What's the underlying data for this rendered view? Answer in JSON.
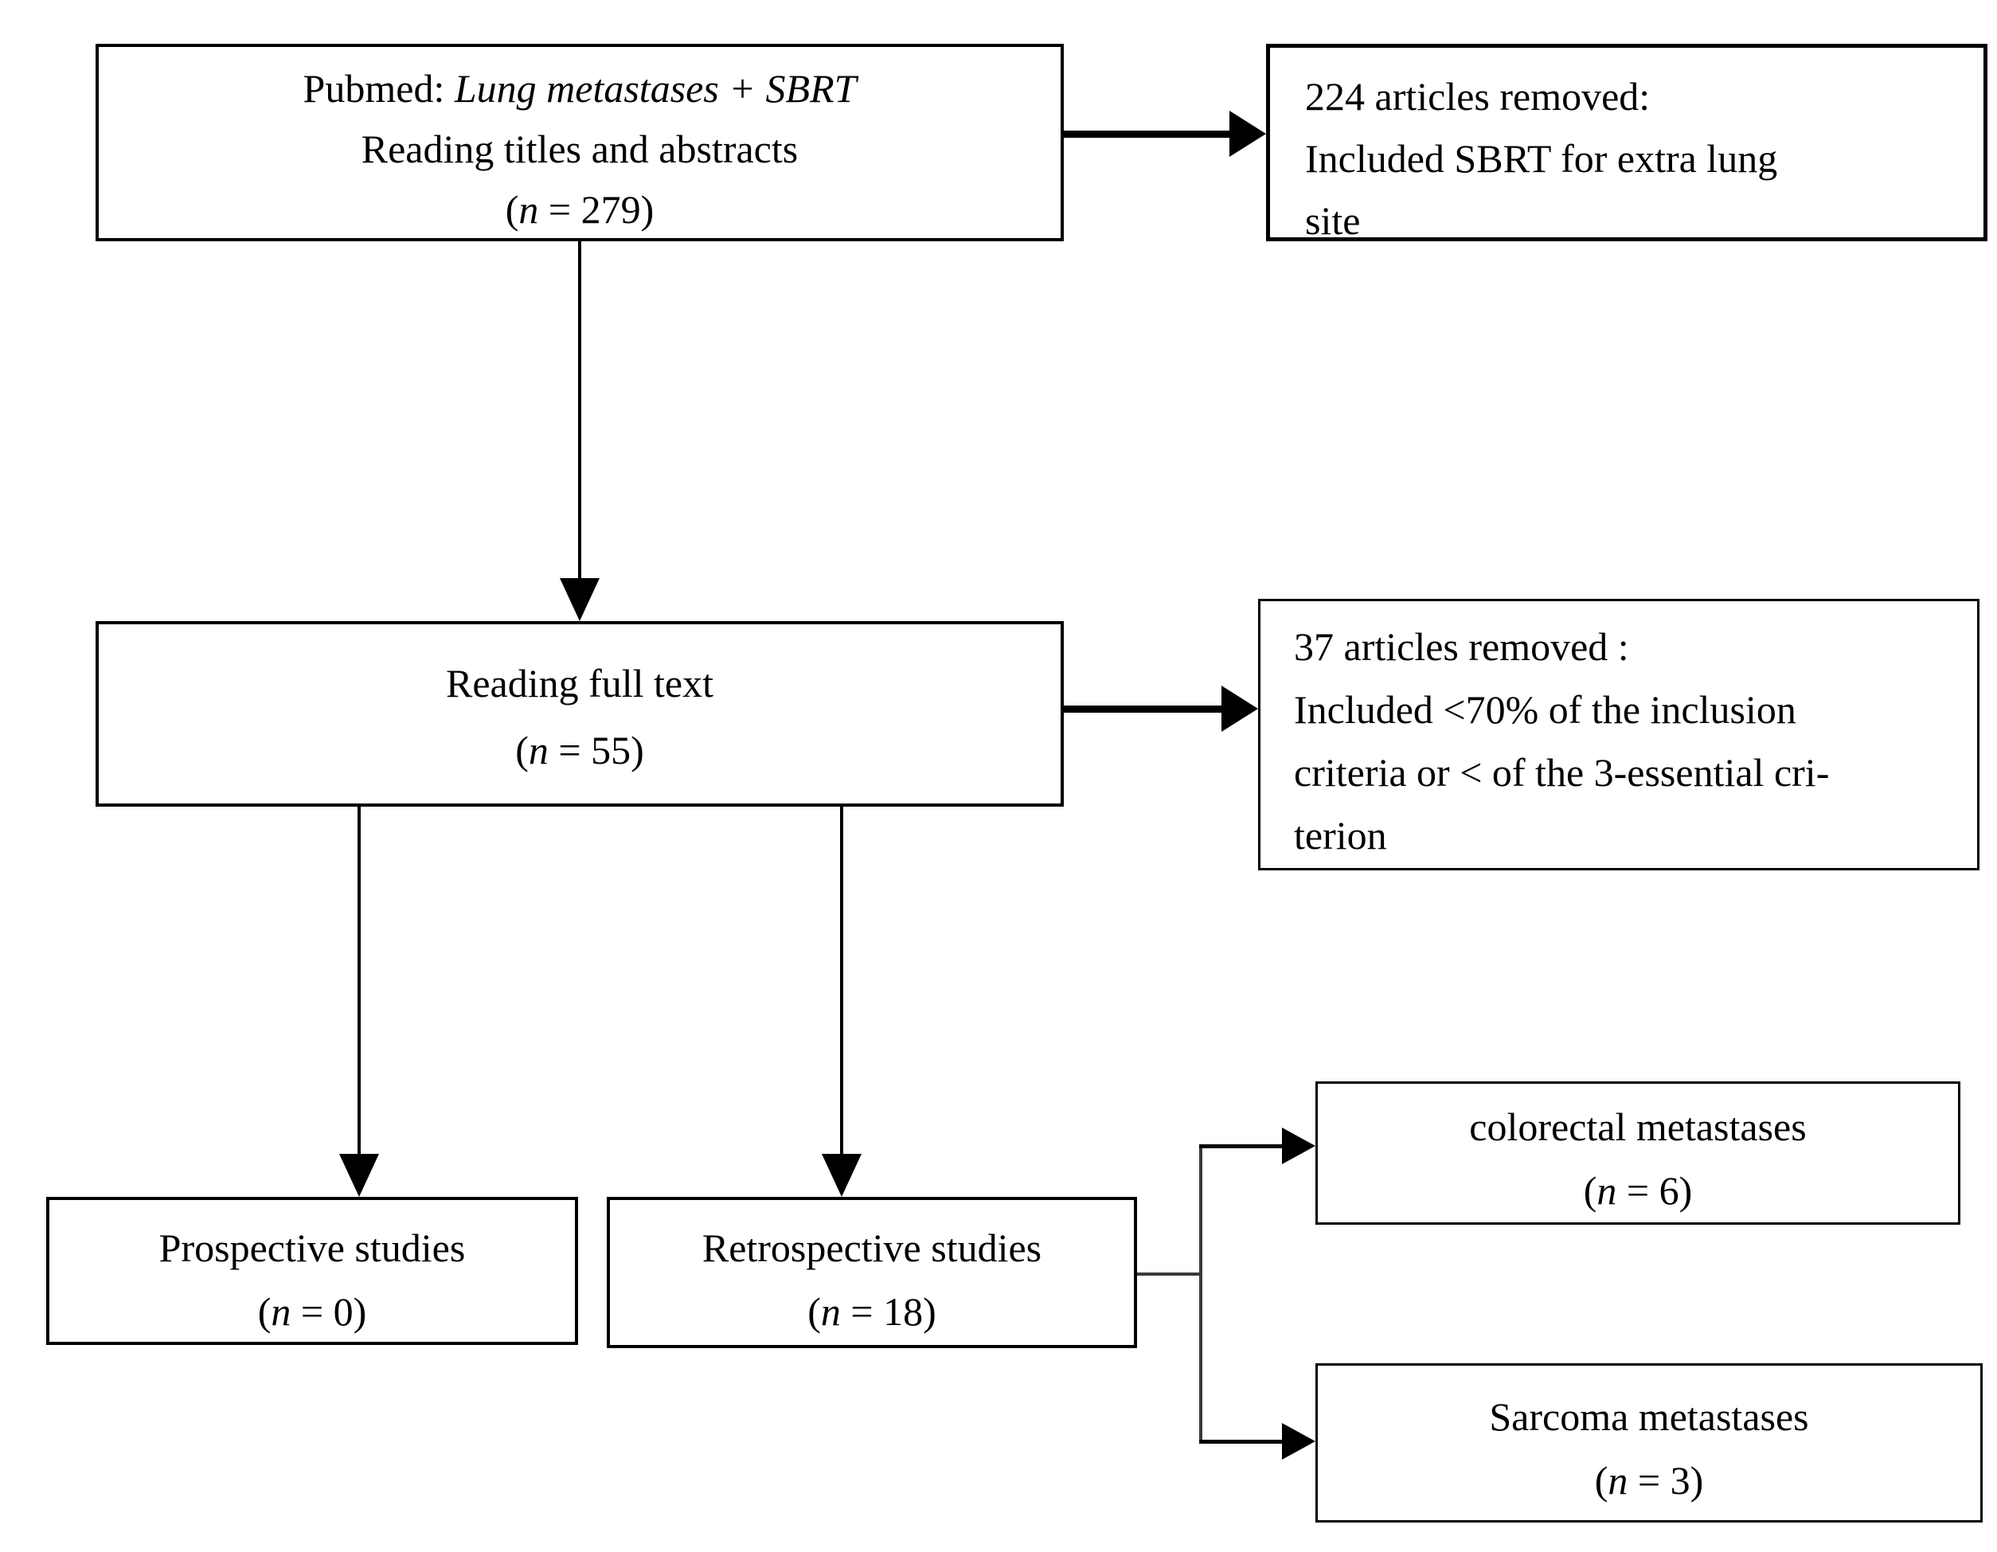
{
  "figure": {
    "type": "flow-diagram",
    "background_color": "#ffffff",
    "line_color": "#000000",
    "branch_line_color": "#3a3a3a"
  },
  "boxes": {
    "pubmed": {
      "line1_pre": "Pubmed: ",
      "line1_italic": "Lung metastases + SBRT",
      "line2": "Reading titles and abstracts",
      "count_pre": "(",
      "count_n": "n",
      "count_post": " = 279)"
    },
    "removed_titles": {
      "line1": "224 articles removed:",
      "line2": "Included SBRT for extra lung",
      "line3": "site"
    },
    "full_text": {
      "line1": "Reading full text",
      "count_pre": "(",
      "count_n": "n",
      "count_post": " = 55)"
    },
    "removed_fulltext": {
      "line1": "37 articles removed :",
      "line2": "Included <70% of the inclusion",
      "line3": "criteria or < of the 3-essential cri-",
      "line4": "terion"
    },
    "prospective": {
      "line1": "Prospective studies",
      "count_pre": "(",
      "count_n": "n",
      "count_post": " = 0)"
    },
    "retrospective": {
      "line1": "Retrospective studies",
      "count_pre": "(",
      "count_n": "n",
      "count_post": " = 18)"
    },
    "colorectal": {
      "line1": "colorectal metastases",
      "count_pre": "(",
      "count_n": "n",
      "count_post": " = 6)"
    },
    "sarcoma": {
      "line1": "Sarcoma metastases",
      "count_pre": "(",
      "count_n": "n",
      "count_post": " = 3)"
    }
  }
}
